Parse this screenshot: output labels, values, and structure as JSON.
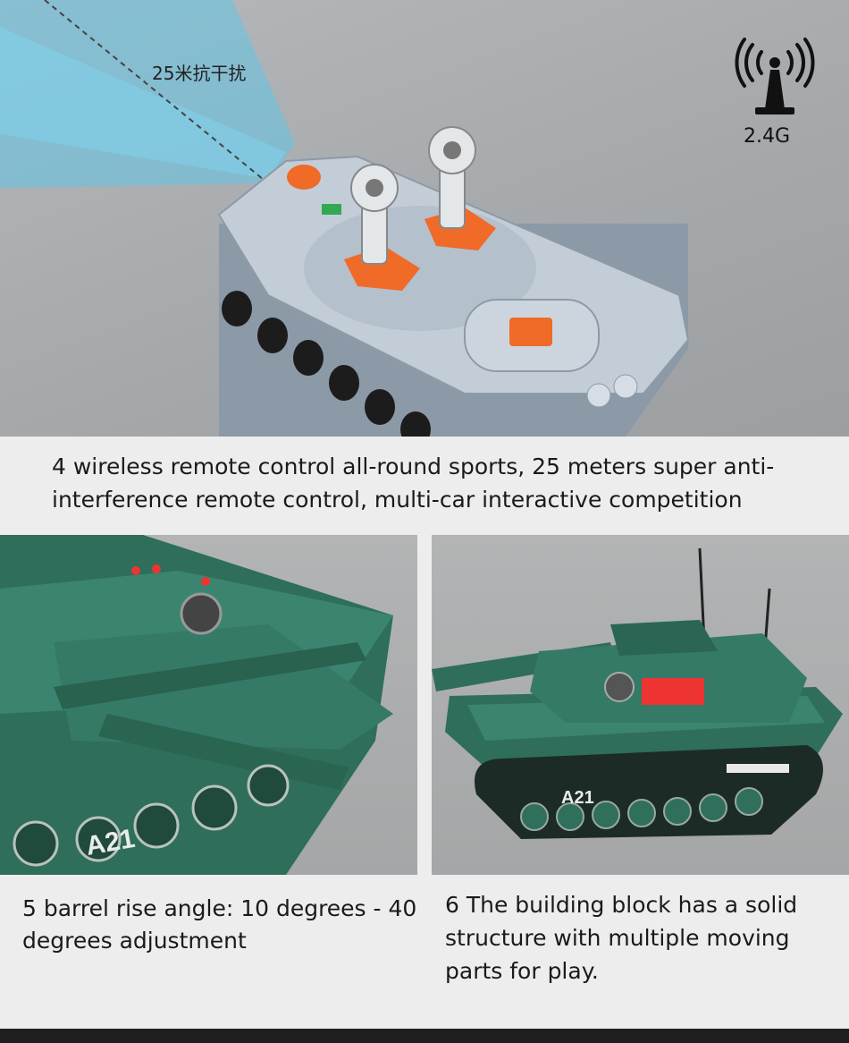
{
  "hero": {
    "range_text": "25米抗干扰",
    "signal_text": "2.4G",
    "icons": [
      "wireless-signal-icon",
      "remote-control-receiver"
    ]
  },
  "captions": {
    "wireless": "4 wireless remote control all-round sports, 25 meters super anti-interference remote control, multi-car interactive competition",
    "barrel": "5 barrel rise angle: 10 degrees - 40 degrees adjustment",
    "structure": "6 The building block has a solid structure with multiple moving parts for play."
  },
  "tank": {
    "hull_marking": "A21"
  },
  "colors": {
    "tank_green": "#2e6e5a",
    "orange_accent": "#f06a28",
    "receiver_body": "#a9b6c3",
    "beam": "#5ab8dc"
  }
}
